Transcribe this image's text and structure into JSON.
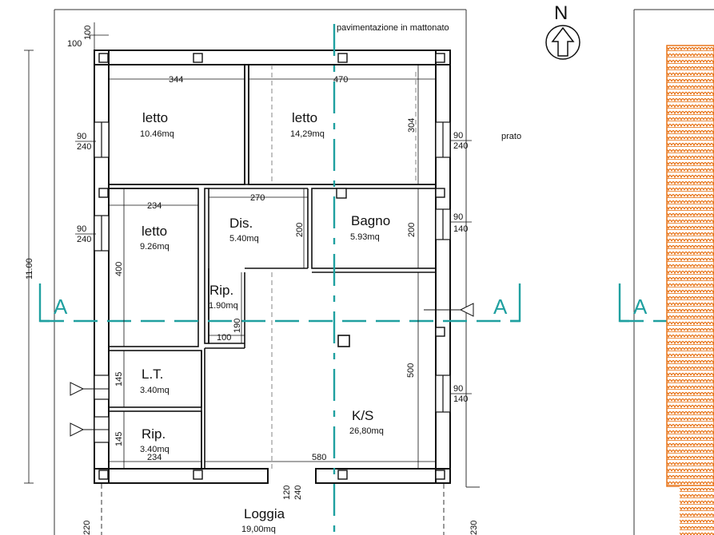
{
  "notes": {
    "paving": "pavimentazione in mattonato",
    "lawn": "prato",
    "north": "N"
  },
  "rooms": [
    {
      "name": "letto",
      "area": "10.46mq"
    },
    {
      "name": "letto",
      "area": "14,29mq"
    },
    {
      "name": "letto",
      "area": "9.26mq"
    },
    {
      "name": "Dis.",
      "area": "5.40mq"
    },
    {
      "name": "Bagno",
      "area": "5.93mq"
    },
    {
      "name": "Rip.",
      "area": "1.90mq"
    },
    {
      "name": "L.T.",
      "area": "3.40mq"
    },
    {
      "name": "Rip.",
      "area": "3.40mq"
    },
    {
      "name": "K/S",
      "area": "26,80mq"
    },
    {
      "name": "Loggia",
      "area": "19,00mq"
    }
  ],
  "dimensions": {
    "d100_top": "100",
    "d100_left": "100",
    "d344": "344",
    "d470": "470",
    "d304": "304",
    "d234_top": "234",
    "d270": "270",
    "d200_dis": "200",
    "d200_bagno": "200",
    "d400": "400",
    "d190": "190",
    "d100_rip": "100",
    "d145_a": "145",
    "d145_b": "145",
    "d234_bottom": "234",
    "d580": "580",
    "d500": "500",
    "d1100": "11.00",
    "d120": "120",
    "d240": "240",
    "d220": "220",
    "d230": "230"
  },
  "windows": [
    {
      "w": "90",
      "h": "240"
    },
    {
      "w": "90",
      "h": "240"
    },
    {
      "w": "90",
      "h": "240"
    },
    {
      "w": "90",
      "h": "140"
    },
    {
      "w": "90",
      "h": "140"
    }
  ],
  "section_marks": [
    "A",
    "A",
    "A"
  ],
  "colors": {
    "section": "#1fa0a0",
    "roof": "#e8751a",
    "wall": "#111111"
  }
}
